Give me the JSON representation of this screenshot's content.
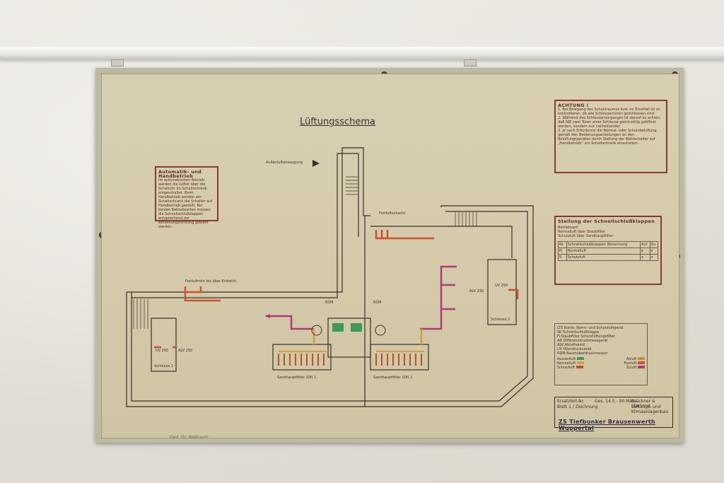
{
  "poster": {
    "title": "Lüftungsschema",
    "place": "ZS Tiefbunker Brausenwerth Wuppertal",
    "signature": "Ged. Dr. Wallraum"
  },
  "notes": {
    "automatik": {
      "head": "Automatik- und Handbetrieb",
      "body": "Im automatischen Betrieb werden die Lüfter über die Schaltuhr im Schaltschrank eingeschaltet. Beim Handbetrieb werden am Schaltschrank die Schalter auf Handbetrieb gestellt. Bei beiden Betriebsarten müssen die Schnellschlußklappen entsprechend der Betankungsrichtung gestellt werden."
    },
    "achtung": {
      "head": "ACHTUNG !",
      "items": [
        "1. Bei Belegung des Schutzraumes bzw. im Ernstfall ist zu kontrollieren, ob alle Schleusentüren geschlossen sind.",
        "2. Während des Schleusenvorganges ist darauf zu achten, daß NIE zwei Türen einer Schleuse gleichzeitig geöffnet werden, sondern nur nacheinander.",
        "3. Je nach Erfordernis die Normal- oder Schutzbelüftung gemäß den Bedienungsanleitungen an den Belüftungsgeräten durch Stellung der Wahlschalter auf „Handbetrieb“ am Schaltschrank einschalten."
      ]
    },
    "stellung": {
      "head": "Stellung der Schnellschlußklappen",
      "betriebsart": "Betriebsart:",
      "modes": [
        "Normalluft über Staubfilter",
        "Schutzluft über Sandhauptfilter"
      ],
      "table_headers": [
        "Nr.",
        "Schnellschlußklappen Benennung",
        "Auf",
        "Zu"
      ],
      "table_rows": [
        [
          "N",
          "Normalluft",
          "x",
          "x"
        ],
        [
          "S",
          "Schutzluft",
          "x",
          "x"
        ]
      ]
    },
    "legend": {
      "abbr": [
        [
          "LTS",
          "Komb. Norm- und Schutzluftgerät"
        ],
        [
          "SK",
          "Schnellschlußklappe"
        ],
        [
          "Fi",
          "Staubfilter Schutzlüftungsfilter"
        ],
        [
          "AR",
          "Differenzdruckmessgerät"
        ],
        [
          "ALV",
          "Abluftventil"
        ],
        [
          "UV",
          "Überdruckventil"
        ],
        [
          "RDM",
          "Raumüberdruckmesser"
        ]
      ],
      "colors": [
        [
          "Aussenluft",
          "#3e9a56",
          "Abluft",
          "#c88a48"
        ],
        [
          "Normalluft",
          "#d89a45",
          "Fortluft",
          "#c8542f"
        ],
        [
          "Schutzluft",
          "#b0562e",
          "Zuluft",
          "#b13a7a"
        ]
      ]
    }
  },
  "plan_labels": {
    "aussenluft": "Außenluftansaugung",
    "fortluft_schacht": "Fortluftschacht",
    "fortluft_erde": "Fortluftrohr bis über Erdreich",
    "sandhaupt_1": "Sandhauptfilter (Sfi) 1",
    "sandhaupt_2": "Sandhauptfilter (Sfi) 2",
    "schleuse_1": "Schleuse 1",
    "schleuse_2": "Schleuse 2",
    "uv250_a": "UV 250",
    "alv250_a": "ALV 250",
    "uv250_b": "UV 250",
    "alv250_b": "ALV 250",
    "rdm_1": "RÜM",
    "rdm_2": "RÜM"
  },
  "titleblock": {
    "r1": "Ersatzteil-Nr.",
    "r2": "Ges. 14,5 - 90 Mess.",
    "r3": "Blatt 1 / Zeichnung",
    "company": "Brückner & Stiehorst",
    "sub": "Lüftungs- und Klimaanlagenbau"
  },
  "colors": {
    "line": "#3b3027",
    "accent_red": "#8a3a34",
    "zuluft": "#b13a7a",
    "fortluft": "#c8542f",
    "aussenluft": "#3e9a56",
    "normalluft": "#d89a45"
  }
}
